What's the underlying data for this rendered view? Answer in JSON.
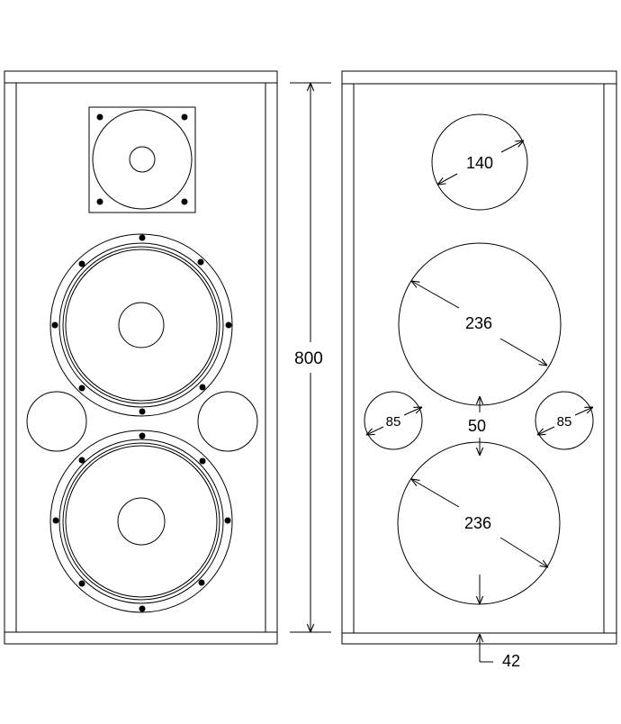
{
  "dimensions": {
    "cabinet_height": "800",
    "tweeter_diameter": "140",
    "woofer_upper_diameter": "236",
    "woofer_lower_diameter": "236",
    "port_left_diameter": "85",
    "port_right_diameter": "85",
    "woofer_gap": "50",
    "bottom_offset": "42"
  }
}
